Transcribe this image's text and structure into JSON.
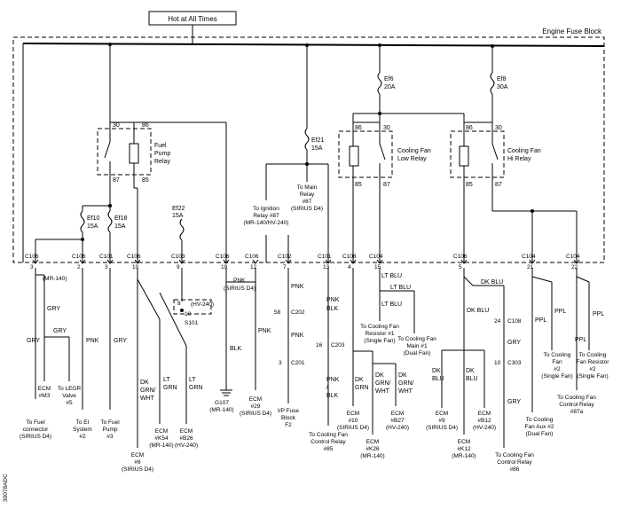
{
  "header": {
    "hot_label": "Hot at All Times",
    "fuse_block": "Engine Fuse Block"
  },
  "fuses": {
    "ef6": [
      "Ef6",
      "20A"
    ],
    "ef8": [
      "Ef8",
      "30A"
    ],
    "ef21": [
      "Ef21",
      "15A"
    ],
    "ef22": [
      "Ef22",
      "15A"
    ],
    "ef10": [
      "Ef10",
      "15A"
    ],
    "ef18": [
      "Ef18",
      "15A"
    ]
  },
  "relays": {
    "fuel_pump": [
      "Fuel",
      "Pump",
      "Relay"
    ],
    "fan_low": [
      "Cooling Fan",
      "Low Relay"
    ],
    "fan_hi": [
      "Cooling Fan",
      "Hi Relay"
    ],
    "pins": [
      "30",
      "86",
      "87",
      "85"
    ]
  },
  "connectors": {
    "top_row": [
      "C106",
      "C106",
      "C101",
      "C106",
      "C103",
      "C106",
      "C106",
      "C102",
      "C101",
      "C108",
      "C104",
      "C106",
      "C104",
      "C104"
    ],
    "pin_nums": [
      "3",
      "2",
      "3",
      "10",
      "9",
      "19",
      "12",
      "7",
      "13",
      "4",
      "15",
      "5",
      "21",
      "22"
    ],
    "c202": [
      "58",
      "C202"
    ],
    "c201": [
      "3",
      "C201"
    ],
    "c203": [
      "16",
      "C203"
    ],
    "c108b": [
      "24",
      "C108"
    ],
    "c303": [
      "10",
      "C303"
    ],
    "splice": [
      "S101",
      "8",
      "10",
      "(HV-240)"
    ]
  },
  "wires": {
    "mr140": "(MR-140)",
    "gry": "GRY",
    "pnk": "PNK",
    "blk": "BLK",
    "pnk_blk": [
      "PNK",
      "/",
      "BLK"
    ],
    "lt_grn": [
      "LT",
      "GRN"
    ],
    "dk_grn_wht": [
      "DK",
      "GRN/",
      "WHT"
    ],
    "dk_grn": [
      "DK",
      "GRN"
    ],
    "lt_blu": "LT BLU",
    "dk_blu": "DK BLU",
    "dk_blu_stack": [
      "DK",
      "BLU"
    ],
    "ppl": "PPL",
    "pnk_sirius": [
      "PNK",
      "(SIRIUS D4)"
    ]
  },
  "labels": {
    "ign_relay": [
      "To Ignition",
      "Relay #87",
      "(MR-140/HV-240)"
    ],
    "main_relay": [
      "To Main",
      "Relay",
      "#87",
      "(SIRIUS D4)"
    ],
    "fuel_conn": [
      "To Fuel",
      "connector",
      "(SIRIUS D4)"
    ],
    "ecm_m3": [
      "ECM",
      "#M3"
    ],
    "egr": [
      "To LEGR",
      "Valve",
      "#5"
    ],
    "ei": [
      "To EI",
      "System",
      "#2"
    ],
    "fuel_pump": [
      "To Fuel",
      "Pump",
      "#3"
    ],
    "ecm6": [
      "ECM",
      "#6",
      "(SIRIUS D4)"
    ],
    "ecm_k54": [
      "ECM",
      "#K54",
      "(MR-140)"
    ],
    "ecm_b26": [
      "ECM",
      "#B26",
      "(HV-240)"
    ],
    "g107": [
      "G107",
      "(MR-140)"
    ],
    "ecm29": [
      "ECM",
      "#29",
      "(SIRIUS D4)"
    ],
    "ip_fuse": [
      "I/P Fuse",
      "Block",
      "F2"
    ],
    "fan_ctrl85": [
      "To Cooling Fan",
      "Control Relay",
      "#85"
    ],
    "ecm10": [
      "ECM",
      "#10",
      "(SIRIUS D4)"
    ],
    "ecm_k26": [
      "ECM",
      "#K26",
      "(MR-140)"
    ],
    "ecm_b27": [
      "ECM",
      "#B27",
      "(HV-240)"
    ],
    "fan_res1": [
      "To Cooling Fan",
      "Resistor #1",
      "(Single Fan)"
    ],
    "fan_main1": [
      "To Cooling Fan",
      "Main #1",
      "(Dual Fan)"
    ],
    "ecm9": [
      "ECM",
      "#9",
      "(SIRIUS D4)"
    ],
    "ecm_k12": [
      "ECM",
      "#K12",
      "(MR-140)"
    ],
    "ecm_b12": [
      "ECM",
      "#B12",
      "(HV-240)"
    ],
    "fan_ctrl86": [
      "To Cooling Fan",
      "Control Relay",
      "#86"
    ],
    "fan_aux2": [
      "To Cooling",
      "Fan Aux #2",
      "(Dual Fan)"
    ],
    "fan2_single": [
      "To Cooling",
      "Fan",
      "#2",
      "(Single Fan)"
    ],
    "fan_res2": [
      "To Cooling",
      "Fan Resistor",
      "#2",
      "(Single Fan)"
    ],
    "fan_ctrl87a": [
      "To Cooling Fan",
      "Control Relay",
      "#87a"
    ]
  },
  "side_code": "30078ADC"
}
